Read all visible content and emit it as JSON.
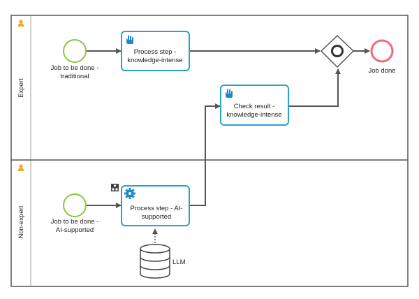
{
  "lanes": [
    {
      "label": "Expert"
    },
    {
      "label": "Non-expert"
    }
  ],
  "events": {
    "start_traditional": {
      "label_lines": [
        "Job to be done -",
        "traditional"
      ]
    },
    "start_ai": {
      "label_lines": [
        "Job to be done -",
        "AI-supported"
      ]
    },
    "end": {
      "label": "Job done"
    }
  },
  "tasks": {
    "process_knowledge": {
      "label_lines": [
        "Process step -",
        "knowledge-intense"
      ]
    },
    "check_result": {
      "label_lines": [
        "Check result -",
        "knowledge-intense"
      ]
    },
    "process_ai": {
      "label_lines": [
        "Process step - AI-",
        "supported"
      ]
    }
  },
  "datastore": {
    "label": "LLM"
  },
  "colors": {
    "start": "#8cc63f",
    "end": "#f06b7d",
    "task_border": "#29a3cc",
    "flow": "#555555",
    "lane_border": "#555555",
    "icon": "#1e88c8",
    "person": "#f5a623"
  }
}
